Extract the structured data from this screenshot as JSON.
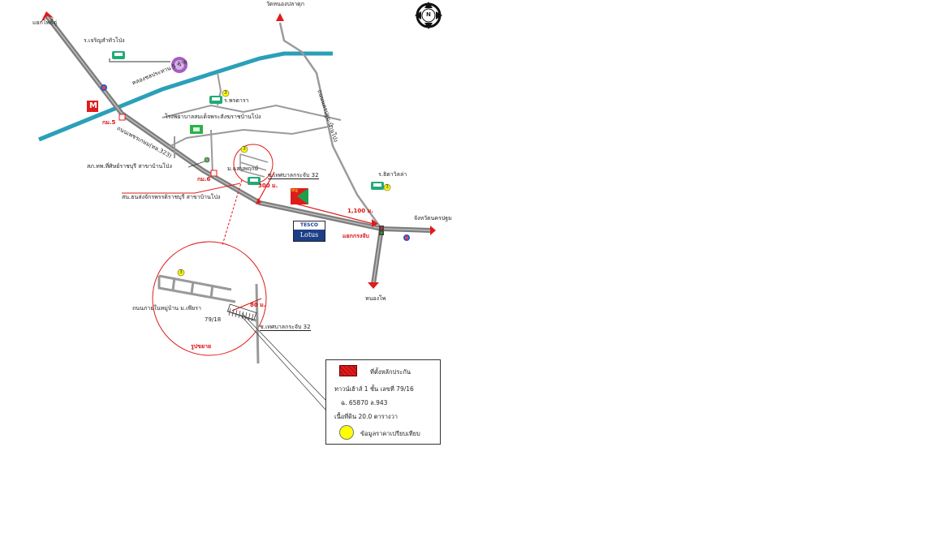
{
  "labels": {
    "top_temple": "วัดหนองปลาดุก",
    "top_left_junction": "แยกโพธิ์ดู่",
    "school_top": "ร.เจริญสำทัวโป่ง",
    "canal": "คลองชลประทาน 5 ซ้าย",
    "school_mid": "ร.พรดารา",
    "hospital": "โรงพยาบาลสมเด็จพระสังฆราชบ้านโป่ง",
    "km5_top": "กม.5",
    "highway": "ถนนเพชรเกษม(ทล.323)",
    "road_right_vertical": "ถนนนครปฐม-บ้านโป่ง",
    "police_1": "สภ.ทพ.ที่ศิษย์ราชบุรี สาขาบ้านโป่ง",
    "km6": "กม.6",
    "police_2": "สน.ธนส่งจักรพรรดิราชบุรี สาขาบ้านโป่ง",
    "village": "ม.แสนพฤกษ์",
    "soi_32": "ซ.เทศบาลกระจับ 32",
    "dist_300": "300 ม.",
    "school_right": "ร.ธิดาวิลล่า",
    "dist_1100": "1,100 ม.",
    "to_nakhonpathom": "จังหวัดนครปฐม",
    "junction": "แยกกรงจับ",
    "to_nongpho": "หนองโพ",
    "inset_road": "ถนนภายในหมู่บ้าน ม.เพียรา",
    "inset_dist": "80 ม.",
    "inset_plot": "79/18",
    "inset_soi": "ซ.เทศบาลกระจับ 32",
    "inset_caption": "รูปขยาย",
    "marker_number": "3",
    "north": "N",
    "tesco": "TESCO",
    "lotus": "Lotus",
    "big_c": "big",
    "mcdonalds": "M"
  },
  "legend": {
    "collateral": "ที่ตั้งหลักประกัน",
    "house_type": "ทาวน์เฮ้าส์ 1 ชั้น เลขที่ 79/16",
    "deed": "ฉ. 65870  ล.943",
    "area": "เนื้อที่ดิน 20.0 ตารางวา",
    "comparison": "ข้อมูลราคาเปรียบเทียบ"
  },
  "colors": {
    "road": "#7f7f7f",
    "road_light": "#a8a8a8",
    "canal": "#2aa0b8",
    "arrow_red": "#e01b1b",
    "marker_yellow": "#ffff00"
  }
}
